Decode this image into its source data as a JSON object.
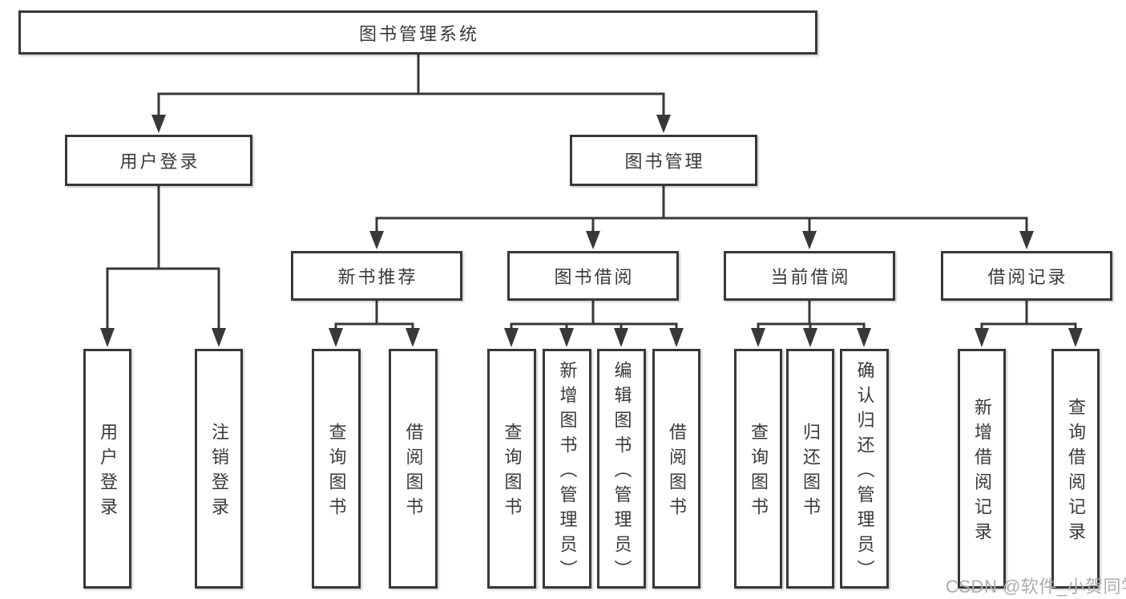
{
  "diagram": {
    "root": "图书管理系统",
    "branches": [
      {
        "label": "用户登录",
        "children": [
          "用户登录",
          "注销登录"
        ]
      },
      {
        "label": "图书管理",
        "sections": [
          {
            "label": "新书推荐",
            "children": [
              "查询图书",
              "借阅图书"
            ]
          },
          {
            "label": "图书借阅",
            "children": [
              "查询图书",
              "新增图书（管理员）",
              "编辑图书（管理员）",
              "借阅图书"
            ]
          },
          {
            "label": "当前借阅",
            "children": [
              "查询图书",
              "归还图书",
              "确认归还（管理员）"
            ]
          },
          {
            "label": "借阅记录",
            "children": [
              "新增借阅记录",
              "查询借阅记录"
            ]
          }
        ]
      }
    ]
  },
  "watermark": "CSDN @软件_小贺同学",
  "colors": {
    "line": "#383838",
    "text": "#3a3a3a",
    "watermark": "#adadad",
    "background": "#ffffff"
  }
}
